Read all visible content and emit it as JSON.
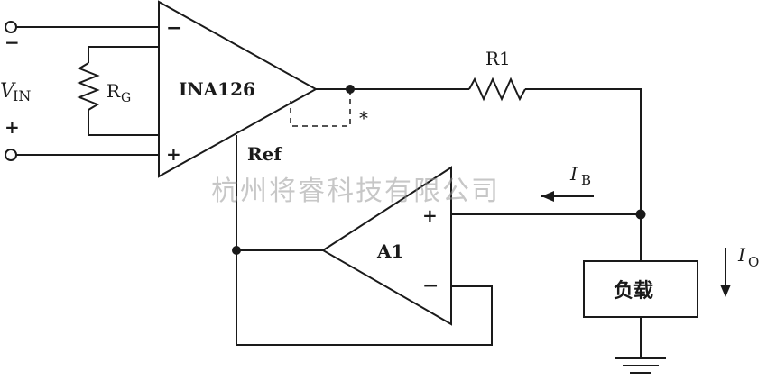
{
  "labels": {
    "vin": "V",
    "vin_sub": "IN",
    "minus_in": "−",
    "plus_in": "+",
    "rg": "R",
    "rg_sub": "G",
    "ina": "INA126",
    "ina_minus": "−",
    "ina_plus": "+",
    "ref": "Ref",
    "r1": "R1",
    "star": "*",
    "ib": "I",
    "ib_sub": "B",
    "io": "I",
    "io_sub": "O",
    "a1": "A1",
    "a1_plus": "+",
    "a1_minus": "−",
    "load": "负载",
    "watermark": "杭州将睿科技有限公司"
  }
}
